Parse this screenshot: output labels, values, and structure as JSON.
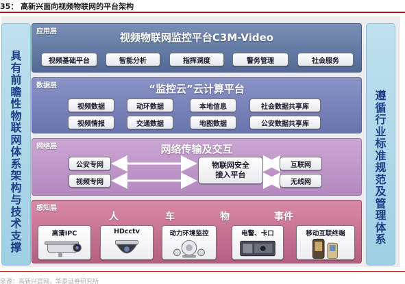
{
  "figure": {
    "title": "35：  高新兴面向视频物联网的平台架构",
    "source": "来源：高新兴官网，华泰证券研究所"
  },
  "left_side": {
    "text": [
      "具",
      "有",
      "前",
      "瞻",
      "性",
      "物",
      "联",
      "网",
      "体",
      "系",
      "架",
      "构",
      "与",
      "技",
      "术",
      "支",
      "撑"
    ]
  },
  "right_side": {
    "text": [
      "遵",
      "循",
      "行",
      "业",
      "标",
      "准",
      "规",
      "范",
      "及",
      "管",
      "理",
      "体",
      "系"
    ]
  },
  "app_layer": {
    "label": "应用层",
    "heading": "视频物联网监控平台C3M-Video",
    "items": [
      "视频基础平台",
      "智能分析",
      "指挥调度",
      "警务管理",
      "社会服务"
    ]
  },
  "data_layer": {
    "label": "数据层",
    "heading": "“监控云”云计算平台",
    "items": [
      "视频数据",
      "动环数据",
      "本地信息",
      "社会数据共享库",
      "视频情报",
      "交通数据",
      "地图数据",
      "公安数据共享库"
    ]
  },
  "network_layer": {
    "label": "网络层",
    "heading": "网络传输及交互",
    "left": [
      "公安专网",
      "视频专网"
    ],
    "center": [
      "物联网安全",
      "接入平台"
    ],
    "right": [
      "互联网",
      "无线网"
    ]
  },
  "sensing_layer": {
    "label": "感知层",
    "words": [
      "人",
      "车",
      "物",
      "事件"
    ],
    "devices": [
      "高清IPC",
      "HDcctv",
      "动力环境监控",
      "电警、卡口",
      "移动互联终端"
    ]
  }
}
